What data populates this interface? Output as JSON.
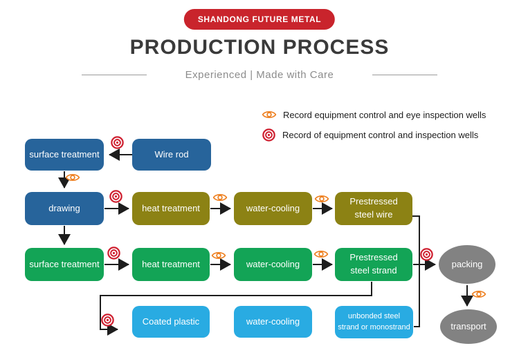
{
  "header": {
    "badge": "SHANDONG FUTURE METAL",
    "title": "PRODUCTION PROCESS",
    "subtitle": "Experienced  |  Made with Care"
  },
  "legend": {
    "items": [
      {
        "icon": "eye-icon",
        "label": "Record equipment control and eye inspection wells"
      },
      {
        "icon": "record-icon",
        "label": "Record of equipment control and inspection wells"
      }
    ]
  },
  "flow": {
    "nodes": [
      {
        "label": "surface treatment",
        "shape": "rect",
        "color": "#27649b"
      },
      {
        "label": "Wire rod",
        "shape": "rect",
        "color": "#27649b"
      },
      {
        "label": "drawing",
        "shape": "rect",
        "color": "#27649b"
      },
      {
        "label": "heat treatment",
        "shape": "rect",
        "color": "#8c8214"
      },
      {
        "label": "water-cooling",
        "shape": "rect",
        "color": "#8c8214"
      },
      {
        "label": "Prestressed\nsteel wire",
        "shape": "rect",
        "color": "#8c8214"
      },
      {
        "label": "surface treatment",
        "shape": "rect",
        "color": "#13a456"
      },
      {
        "label": "heat treatment",
        "shape": "rect",
        "color": "#13a456"
      },
      {
        "label": "water-cooling",
        "shape": "rect",
        "color": "#13a456"
      },
      {
        "label": "Prestressed\nsteel strand",
        "shape": "rect",
        "color": "#13a456"
      },
      {
        "label": "Coated plastic",
        "shape": "rect",
        "color": "#29abe2"
      },
      {
        "label": "water-cooling",
        "shape": "rect",
        "color": "#29abe2"
      },
      {
        "label": "unbonded steel\nstrand or monostrand",
        "shape": "rect",
        "color": "#29abe2"
      },
      {
        "label": "packing",
        "shape": "ellipse",
        "color": "#828282"
      },
      {
        "label": "transport",
        "shape": "ellipse",
        "color": "#828282"
      }
    ]
  },
  "colors": {
    "badge_red": "#c9242c",
    "title_text": "#3a3a3a",
    "subtitle_text": "#8c8c8c",
    "blue": "#27649b",
    "olive": "#8c8214",
    "green": "#13a456",
    "cyan": "#29abe2",
    "gray": "#828282",
    "icon_orange": "#ee8122",
    "icon_red": "#cf2030",
    "connector": "#1d1d1d"
  }
}
